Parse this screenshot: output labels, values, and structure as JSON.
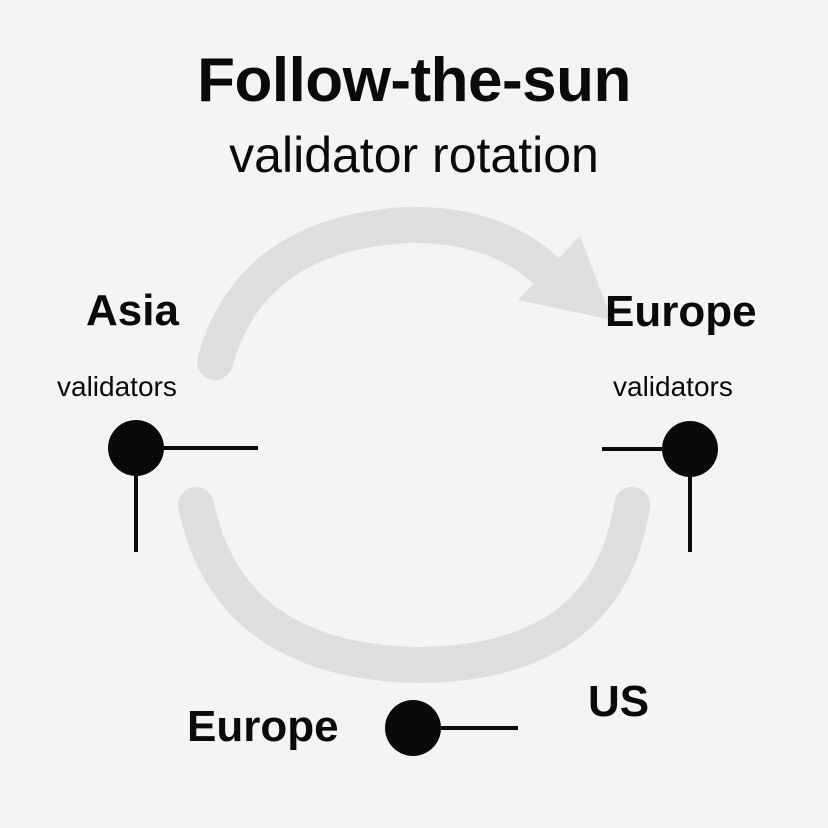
{
  "title": {
    "line1": "Follow-the-sun",
    "line2": "validator rotation"
  },
  "nodes": {
    "asia": {
      "region": "Asia",
      "sublabel": "validators"
    },
    "europe_right": {
      "region": "Europe",
      "sublabel": "validators"
    },
    "us": {
      "region": "US"
    },
    "europe_bottom": {
      "region": "Europe"
    }
  },
  "colors": {
    "background": "#f4f4f4",
    "arc": "#dedede",
    "node": "#0a0a0a",
    "text": "#0a0a0a"
  }
}
